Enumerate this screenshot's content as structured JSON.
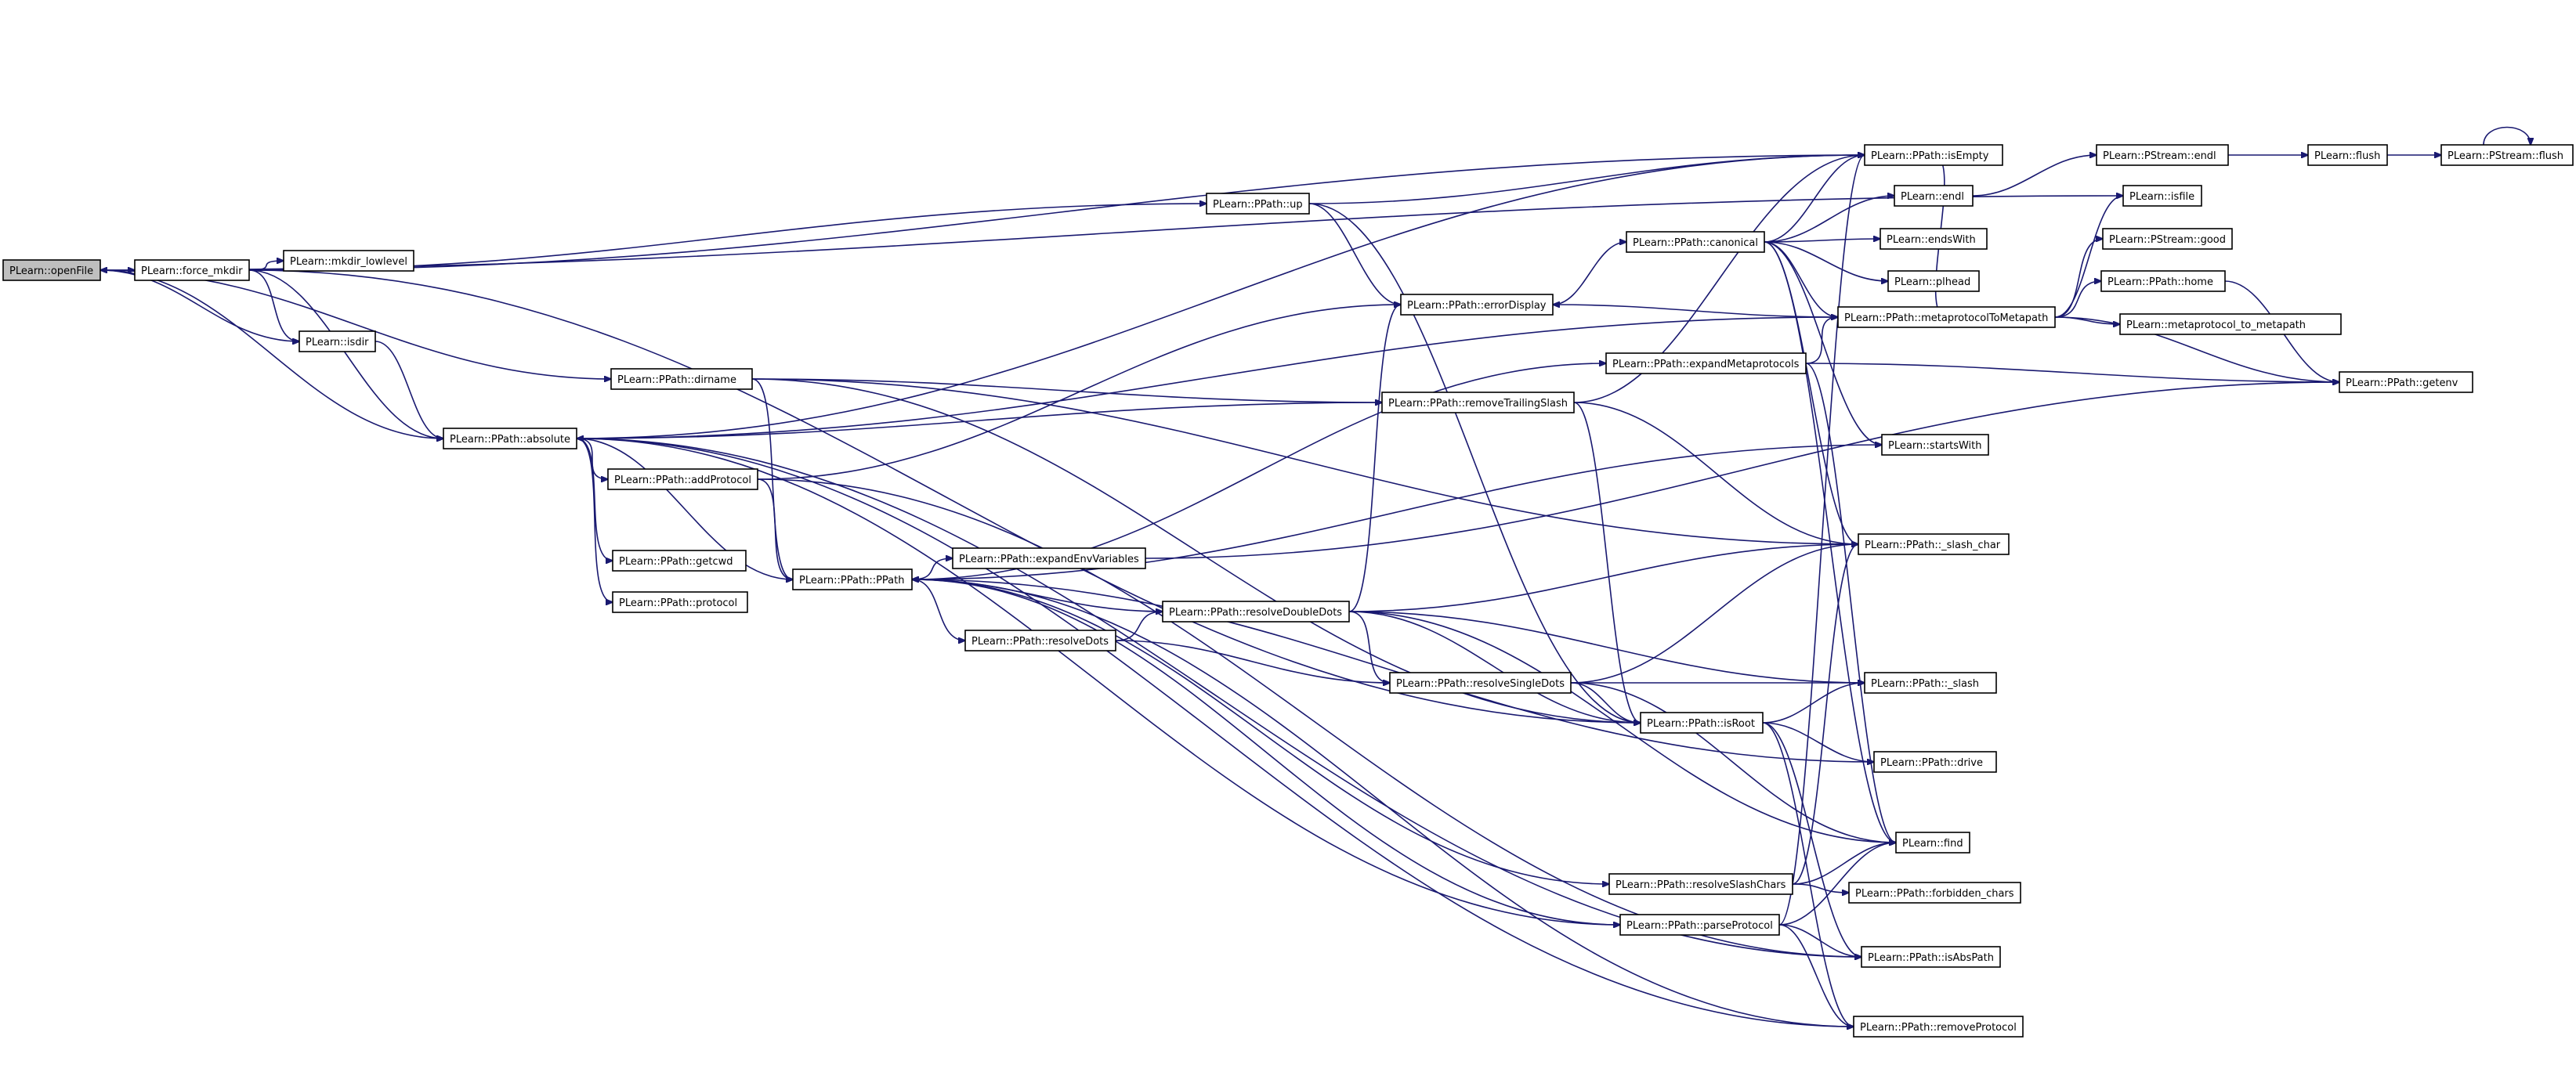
{
  "colors": {
    "edge": "#191970",
    "node_border": "#000000",
    "root_fill": "#bfbfbf",
    "node_fill": "#ffffff"
  },
  "nodes": [
    {
      "id": "openFile",
      "label": "PLearn::openFile"
    },
    {
      "id": "force_mkdir",
      "label": "PLearn::force_mkdir"
    },
    {
      "id": "mkdir_lowlevel",
      "label": "PLearn::mkdir_lowlevel"
    },
    {
      "id": "isdir",
      "label": "PLearn::isdir"
    },
    {
      "id": "absolute",
      "label": "PLearn::PPath::absolute"
    },
    {
      "id": "dirname",
      "label": "PLearn::PPath::dirname"
    },
    {
      "id": "addProtocol",
      "label": "PLearn::PPath::addProtocol"
    },
    {
      "id": "getcwd",
      "label": "PLearn::PPath::getcwd"
    },
    {
      "id": "protocol",
      "label": "PLearn::PPath::protocol"
    },
    {
      "id": "PPath",
      "label": "PLearn::PPath::PPath"
    },
    {
      "id": "expandEnvVariables",
      "label": "PLearn::PPath::expandEnvVariables"
    },
    {
      "id": "resolveDots",
      "label": "PLearn::PPath::resolveDots"
    },
    {
      "id": "up",
      "label": "PLearn::PPath::up"
    },
    {
      "id": "resolveDoubleDots",
      "label": "PLearn::PPath::resolveDoubleDots"
    },
    {
      "id": "errorDisplay",
      "label": "PLearn::PPath::errorDisplay"
    },
    {
      "id": "removeTrailingSlash",
      "label": "PLearn::PPath::removeTrailingSlash"
    },
    {
      "id": "resolveSingleDots",
      "label": "PLearn::PPath::resolveSingleDots"
    },
    {
      "id": "canonical",
      "label": "PLearn::PPath::canonical"
    },
    {
      "id": "expandMetaprotocols",
      "label": "PLearn::PPath::expandMetaprotocols"
    },
    {
      "id": "isRoot",
      "label": "PLearn::PPath::isRoot"
    },
    {
      "id": "resolveSlashChars",
      "label": "PLearn::PPath::resolveSlashChars"
    },
    {
      "id": "parseProtocol",
      "label": "PLearn::PPath::parseProtocol"
    },
    {
      "id": "isEmpty",
      "label": "PLearn::PPath::isEmpty"
    },
    {
      "id": "endl",
      "label": "PLearn::endl"
    },
    {
      "id": "endsWith",
      "label": "PLearn::endsWith"
    },
    {
      "id": "pl_head",
      "label": "PLearn::plhead"
    },
    {
      "id": "metaprotocolToMetapath",
      "label": "PLearn::PPath::metaprotocolToMetapath"
    },
    {
      "id": "startsWith",
      "label": "PLearn::startsWith"
    },
    {
      "id": "slash_char",
      "label": "PLearn::PPath::_slash_char"
    },
    {
      "id": "slash",
      "label": "PLearn::PPath::_slash"
    },
    {
      "id": "drive",
      "label": "PLearn::PPath::drive"
    },
    {
      "id": "find",
      "label": "PLearn::find"
    },
    {
      "id": "forbidden_chars",
      "label": "PLearn::PPath::forbidden_chars"
    },
    {
      "id": "isAbsPath",
      "label": "PLearn::PPath::isAbsPath"
    },
    {
      "id": "removeProtocol",
      "label": "PLearn::PPath::removeProtocol"
    },
    {
      "id": "pstream_endl",
      "label": "PLearn::PStream::endl"
    },
    {
      "id": "isfile",
      "label": "PLearn::isfile"
    },
    {
      "id": "pstream_good",
      "label": "PLearn::PStream::good"
    },
    {
      "id": "home",
      "label": "PLearn::PPath::home"
    },
    {
      "id": "metaprotocol_to_metapath",
      "label": "PLearn::metaprotocol_to_metapath"
    },
    {
      "id": "getenv",
      "label": "PLearn::PPath::getenv"
    },
    {
      "id": "flush",
      "label": "PLearn::flush"
    },
    {
      "id": "pstream_flush",
      "label": "PLearn::PStream::flush"
    }
  ],
  "edges": [
    [
      "openFile",
      "force_mkdir"
    ],
    [
      "openFile",
      "isdir"
    ],
    [
      "openFile",
      "absolute"
    ],
    [
      "openFile",
      "dirname"
    ],
    [
      "force_mkdir",
      "mkdir_lowlevel"
    ],
    [
      "force_mkdir",
      "isdir"
    ],
    [
      "force_mkdir",
      "absolute"
    ],
    [
      "force_mkdir",
      "up"
    ],
    [
      "force_mkdir",
      "isEmpty"
    ],
    [
      "force_mkdir",
      "isRoot"
    ],
    [
      "isdir",
      "absolute"
    ],
    [
      "absolute",
      "isEmpty"
    ],
    [
      "absolute",
      "removeTrailingSlash"
    ],
    [
      "absolute",
      "addProtocol"
    ],
    [
      "absolute",
      "getcwd"
    ],
    [
      "absolute",
      "protocol"
    ],
    [
      "absolute",
      "PPath"
    ],
    [
      "absolute",
      "isAbsPath"
    ],
    [
      "absolute",
      "parseProtocol"
    ],
    [
      "absolute",
      "removeProtocol"
    ],
    [
      "dirname",
      "removeTrailingSlash"
    ],
    [
      "dirname",
      "slash_char"
    ],
    [
      "dirname",
      "PPath"
    ],
    [
      "dirname",
      "isRoot"
    ],
    [
      "addProtocol",
      "errorDisplay"
    ],
    [
      "addProtocol",
      "PPath"
    ],
    [
      "addProtocol",
      "isAbsPath"
    ],
    [
      "PPath",
      "expandEnvVariables"
    ],
    [
      "PPath",
      "resolveDots"
    ],
    [
      "PPath",
      "expandMetaprotocols"
    ],
    [
      "PPath",
      "startsWith"
    ],
    [
      "PPath",
      "resolveSlashChars"
    ],
    [
      "PPath",
      "parseProtocol"
    ],
    [
      "expandEnvVariables",
      "getenv"
    ],
    [
      "resolveDots",
      "resolveDoubleDots"
    ],
    [
      "resolveDots",
      "resolveSingleDots"
    ],
    [
      "resolveDoubleDots",
      "PPath"
    ],
    [
      "resolveDoubleDots",
      "errorDisplay"
    ],
    [
      "resolveDoubleDots",
      "slash_char"
    ],
    [
      "resolveDoubleDots",
      "isRoot"
    ],
    [
      "resolveDoubleDots",
      "resolveSingleDots"
    ],
    [
      "resolveDoubleDots",
      "slash"
    ],
    [
      "resolveDoubleDots",
      "find"
    ],
    [
      "resolveSingleDots",
      "slash_char"
    ],
    [
      "resolveSingleDots",
      "isRoot"
    ],
    [
      "resolveSingleDots",
      "slash"
    ],
    [
      "resolveSingleDots",
      "find"
    ],
    [
      "up",
      "isEmpty"
    ],
    [
      "up",
      "errorDisplay"
    ],
    [
      "up",
      "isRoot"
    ],
    [
      "errorDisplay",
      "canonical"
    ],
    [
      "removeTrailingSlash",
      "isEmpty"
    ],
    [
      "removeTrailingSlash",
      "isRoot"
    ],
    [
      "removeTrailingSlash",
      "slash_char"
    ],
    [
      "canonical",
      "isEmpty"
    ],
    [
      "canonical",
      "endl"
    ],
    [
      "canonical",
      "endsWith"
    ],
    [
      "canonical",
      "pl_head"
    ],
    [
      "canonical",
      "metaprotocolToMetapath"
    ],
    [
      "canonical",
      "startsWith"
    ],
    [
      "canonical",
      "slash_char"
    ],
    [
      "canonical",
      "find"
    ],
    [
      "expandMetaprotocols",
      "metaprotocolToMetapath"
    ],
    [
      "expandMetaprotocols",
      "getenv"
    ],
    [
      "expandMetaprotocols",
      "find"
    ],
    [
      "metaprotocolToMetapath",
      "isfile"
    ],
    [
      "metaprotocolToMetapath",
      "pstream_good"
    ],
    [
      "metaprotocolToMetapath",
      "home"
    ],
    [
      "metaprotocolToMetapath",
      "metaprotocol_to_metapath"
    ],
    [
      "metaprotocolToMetapath",
      "getenv"
    ],
    [
      "metaprotocolToMetapath",
      "errorDisplay"
    ],
    [
      "metaprotocolToMetapath",
      "isEmpty"
    ],
    [
      "metaprotocolToMetapath",
      "absolute"
    ],
    [
      "isRoot",
      "slash"
    ],
    [
      "isRoot",
      "drive"
    ],
    [
      "isRoot",
      "isAbsPath"
    ],
    [
      "isRoot",
      "removeProtocol"
    ],
    [
      "drive",
      "PPath"
    ],
    [
      "resolveSlashChars",
      "forbidden_chars"
    ],
    [
      "resolveSlashChars",
      "slash_char"
    ],
    [
      "resolveSlashChars",
      "find"
    ],
    [
      "parseProtocol",
      "find"
    ],
    [
      "parseProtocol",
      "isAbsPath"
    ],
    [
      "parseProtocol",
      "removeProtocol"
    ],
    [
      "parseProtocol",
      "isEmpty"
    ],
    [
      "removeProtocol",
      "PPath"
    ],
    [
      "home",
      "getenv"
    ],
    [
      "endl",
      "pstream_endl"
    ],
    [
      "pstream_endl",
      "flush"
    ],
    [
      "flush",
      "pstream_flush"
    ],
    [
      "pstream_flush",
      "pstream_flush"
    ],
    [
      "isfile",
      "openFile"
    ]
  ]
}
